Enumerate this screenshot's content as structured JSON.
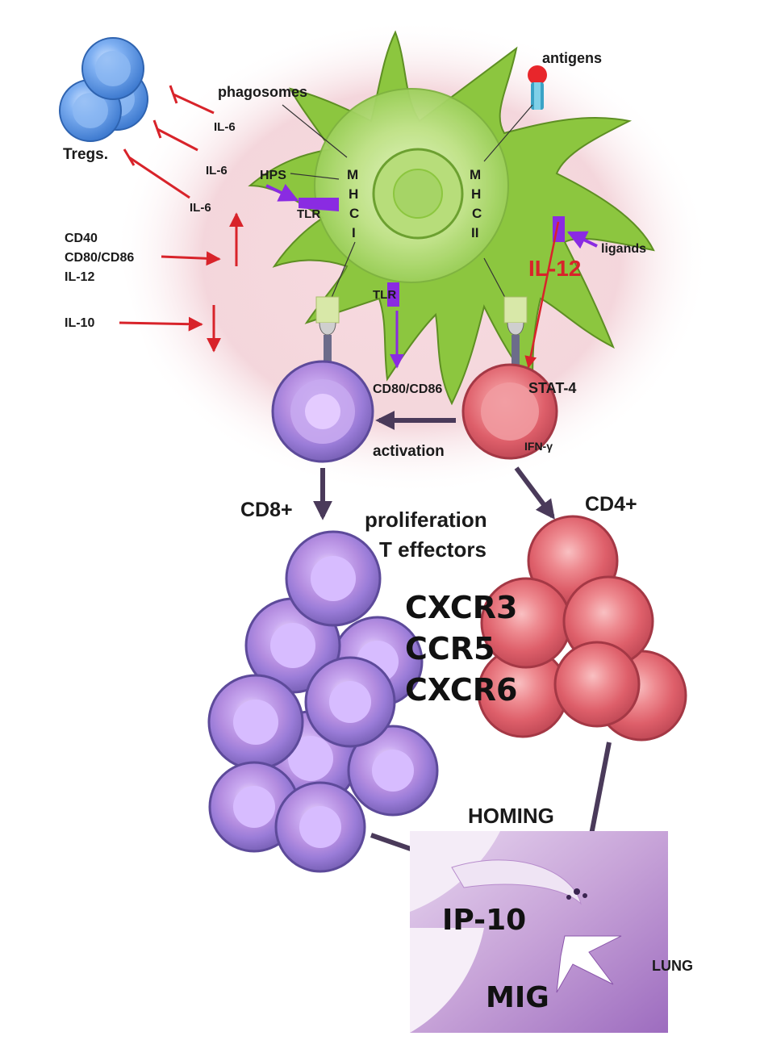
{
  "labels": {
    "antigens": "antigens",
    "phagosomes": "phagosomes",
    "tregs": "Tregs.",
    "il6_a": "IL-6",
    "il6_b": "IL-6",
    "il6_c": "IL-6",
    "hps": "HPS",
    "mhc_i": [
      "M",
      "H",
      "C",
      "I"
    ],
    "mhc_ii": [
      "M",
      "H",
      "C",
      "II"
    ],
    "tlr_left": "TLR",
    "tlr_center": "TLR",
    "ligands": "ligands",
    "il12_red": "IL-12",
    "cd40": "CD40",
    "cd80_cd86_left": "CD80/CD86",
    "il12_left": "IL-12",
    "il10": "IL-10",
    "cd80_cd86_center": "CD80/CD86",
    "stat4": "STAT-4",
    "activation": "activation",
    "ifn_gamma": "IFN-γ",
    "cd8": "CD8+",
    "cd4": "CD4+",
    "proliferation": "proliferation",
    "t_effectors": "T effectors",
    "cxcr3": "CXCR3",
    "ccr5": "CCR5",
    "cxcr6": "CXCR6",
    "homing": "HOMING",
    "ip10": "IP-10",
    "mig": "MIG",
    "lung": "LUNG"
  },
  "colors": {
    "inhibit_red": "#d8232a",
    "tlr_purple": "#8a2be2",
    "dendritic_green": "#8cc63f",
    "cd8_purple": "#9b86d6",
    "cd4_red": "#e0707a",
    "treg_blue": "#4f8fe0",
    "flow_arrow": "#4a3a5a"
  }
}
